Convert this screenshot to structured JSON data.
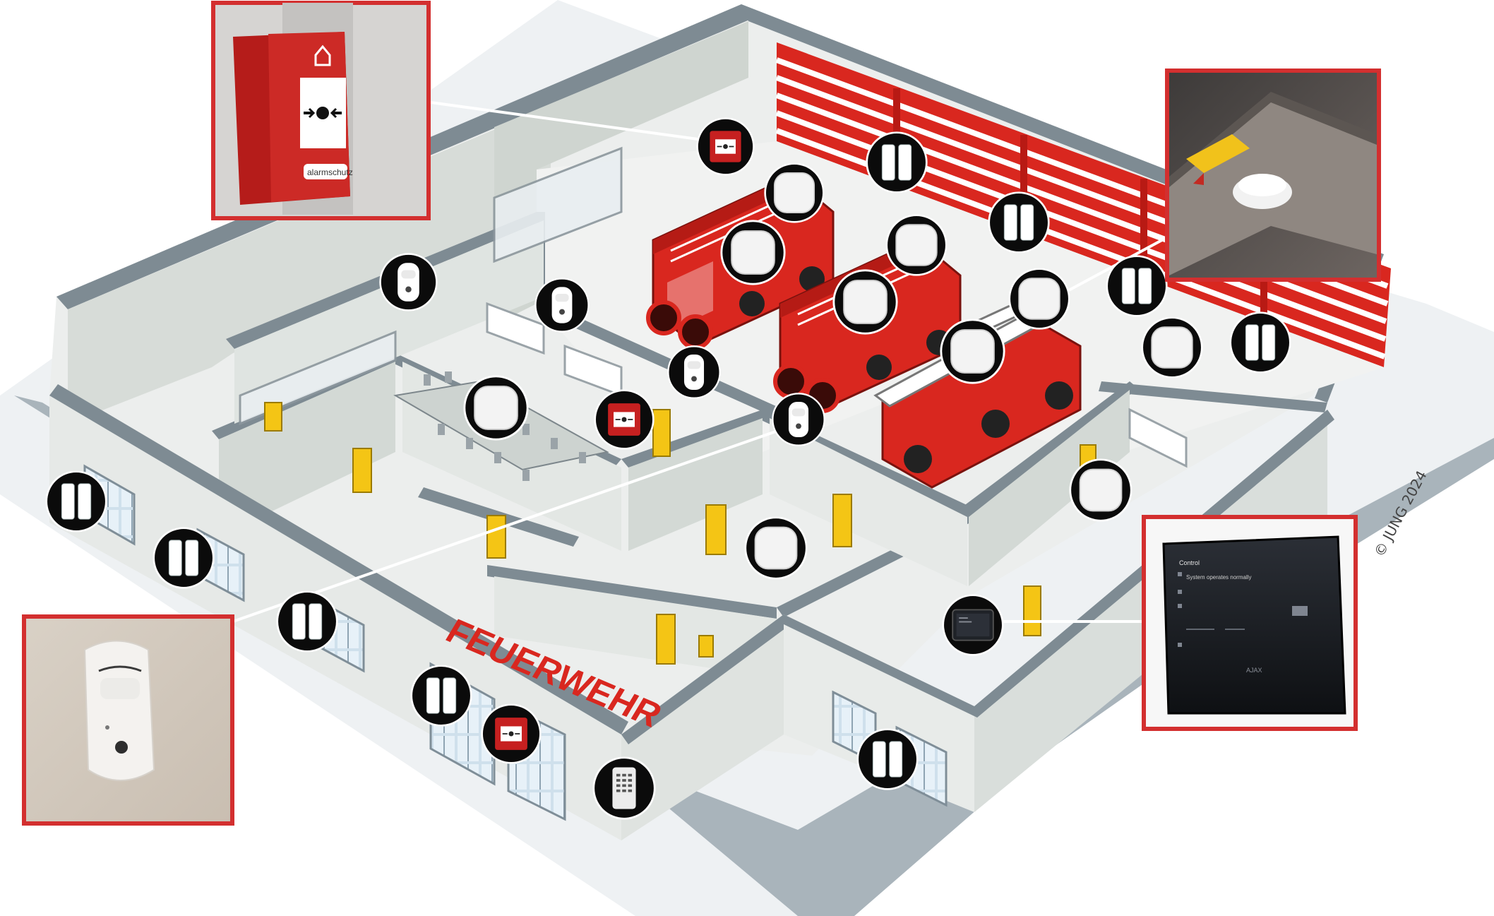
{
  "building": {
    "sign_text": "FEUERWEHR",
    "copyright": "© JUNG 2024"
  },
  "inset_photos": {
    "call_point": {
      "brand": "alarmschutz"
    },
    "hub_tablet": {
      "header": "Control",
      "status": "System operates normally",
      "brand": "AJAX"
    }
  },
  "colors": {
    "wall": "#dde1dc",
    "floor": "#eceeed",
    "roof_edge": "#7e8b93",
    "shadow": "#b6c0c6",
    "red": "#d9271f",
    "door": "#f4c515",
    "callout_border": "#d32f2f"
  },
  "device_legend": [
    "door-contact",
    "motion-detector",
    "smoke-detector",
    "manual-call-point",
    "keypad",
    "hub-control-panel"
  ]
}
